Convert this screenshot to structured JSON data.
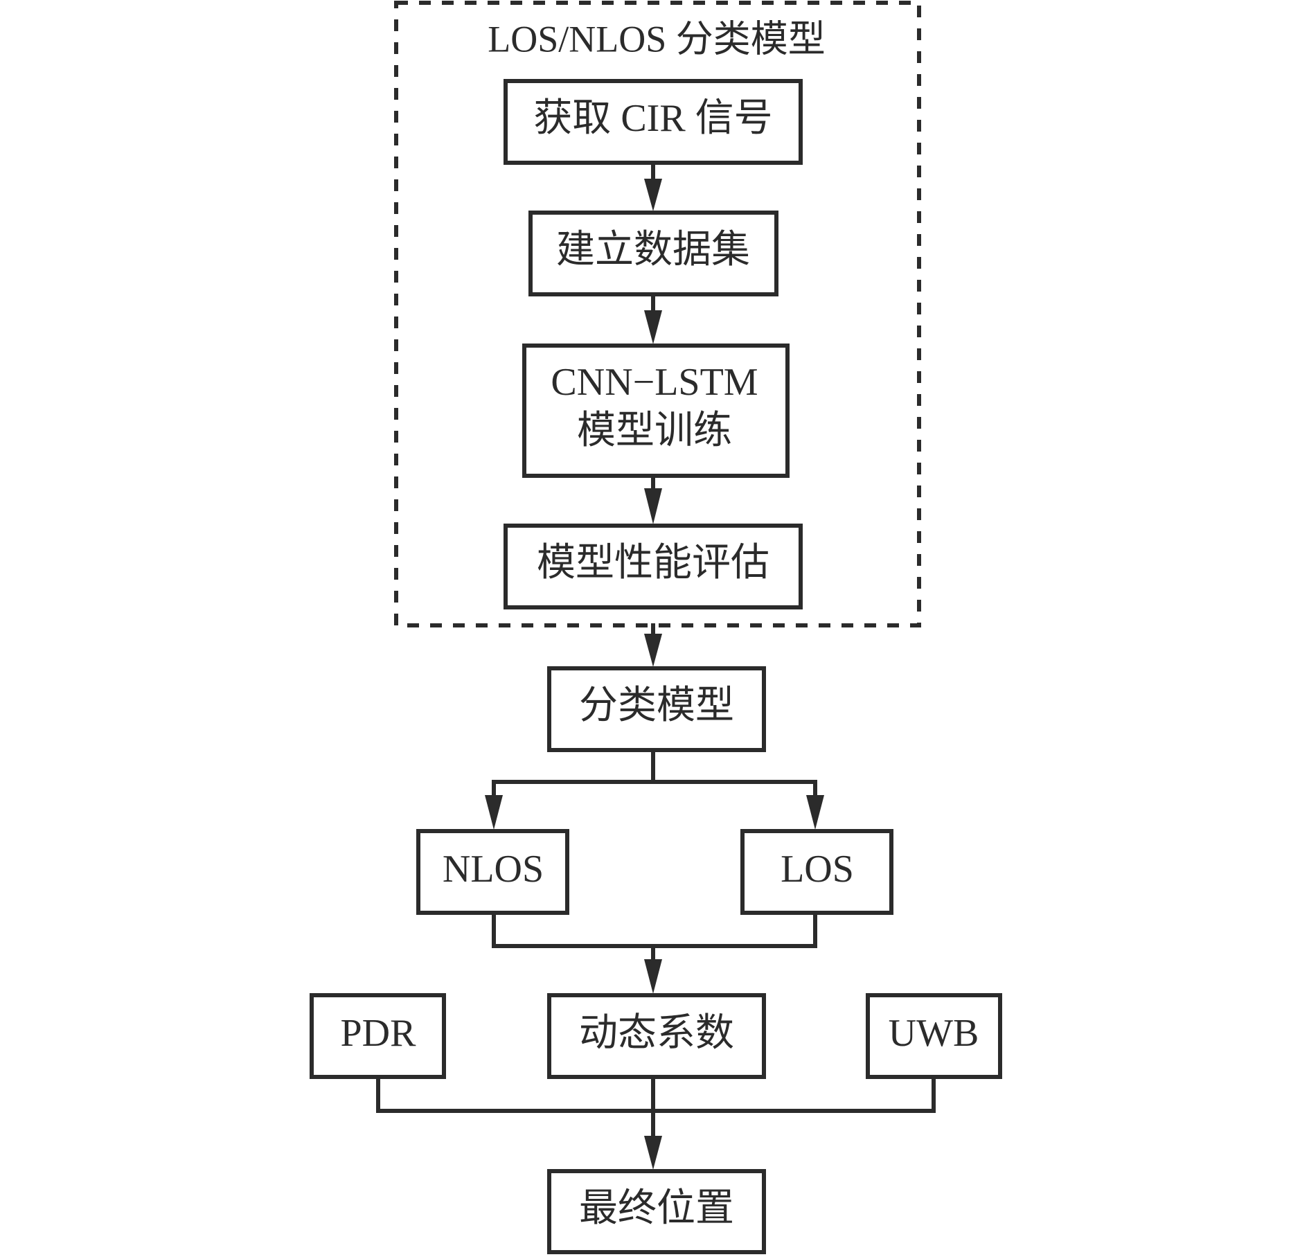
{
  "group": {
    "title": "LOS/NLOS 分类模型"
  },
  "nodes": {
    "acquire_cir": "获取 CIR 信号",
    "build_dataset": "建立数据集",
    "model_training_line1": "CNN−LSTM",
    "model_training_line2": "模型训练",
    "performance_eval": "模型性能评估",
    "classifier": "分类模型",
    "nlos": "NLOS",
    "los": "LOS",
    "pdr": "PDR",
    "dynamic_coeff": "动态系数",
    "uwb": "UWB",
    "final_position": "最终位置"
  },
  "colors": {
    "stroke": "#2b2b2b",
    "background": "#ffffff"
  }
}
